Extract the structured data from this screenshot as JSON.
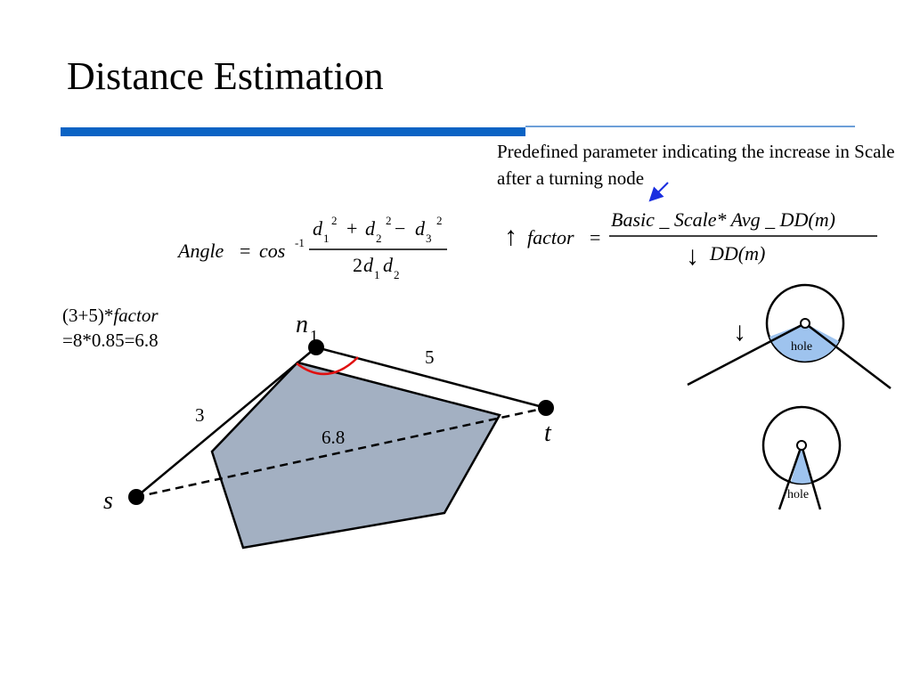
{
  "slide": {
    "title": "Distance Estimation",
    "note": "Predefined parameter indicating the increase in Scale after a turning node",
    "calc": {
      "line1_prefix": "(3+5)*",
      "line1_var": "factor",
      "line2": "=8*0.85=6.8"
    }
  },
  "angle_formula": {
    "lhs": "Angle",
    "eq": "=",
    "func": "cos",
    "inv": "-1",
    "d": "d",
    "sub1": "1",
    "sub2": "2",
    "sub3": "3",
    "sq": "2",
    "plus": "+",
    "minus": "−",
    "two": "2"
  },
  "factor_formula": {
    "up_arrow": "↑",
    "lhs": "factor",
    "eq": "=",
    "numerator": "Basic _ Scale* Avg _ DD(m)",
    "down_arrow": "↓",
    "denominator": "DD(m)"
  },
  "diagram": {
    "node_s": "s",
    "node_t": "t",
    "node_n": "n",
    "node_n_sub": "1",
    "edge_s_n1": "3",
    "edge_n1_t": "5",
    "edge_s_t": "6.8",
    "hole_label": "hole",
    "down_arrow": "↓"
  },
  "colors": {
    "accent_bar": "#0a63c4",
    "polygon_fill": "#a3b0c2",
    "hole_fill": "#9ec3ee",
    "angle_arc": "#e01010",
    "pointer_arrow": "#1a2ee0"
  }
}
